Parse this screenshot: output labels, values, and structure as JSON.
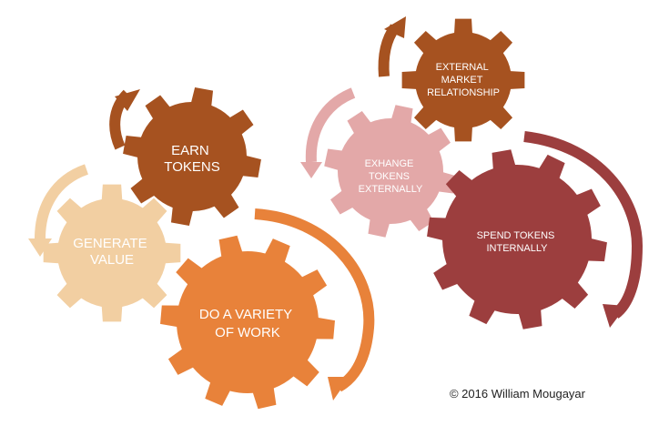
{
  "colors": {
    "earn": "#a65220",
    "generate": "#f2cfa2",
    "work": "#e8823a",
    "external_market": "#a65220",
    "exchange": "#e3a8a8",
    "spend": "#9c3e3e"
  },
  "gears": {
    "earn": {
      "line1": "EARN",
      "line2": "TOKENS"
    },
    "generate": {
      "line1": "GENERATE",
      "line2": "VALUE"
    },
    "work": {
      "line1": "DO A VARIETY",
      "line2": "OF WORK"
    },
    "external_market": {
      "line1": "EXTERNAL",
      "line2": "MARKET",
      "line3": "RELATIONSHIP"
    },
    "exchange": {
      "line1": "EXHANGE",
      "line2": "TOKENS",
      "line3": "EXTERNALLY"
    },
    "spend": {
      "line1": "SPEND TOKENS",
      "line2": "INTERNALLY"
    }
  },
  "credit": "© 2016 William Mougayar"
}
